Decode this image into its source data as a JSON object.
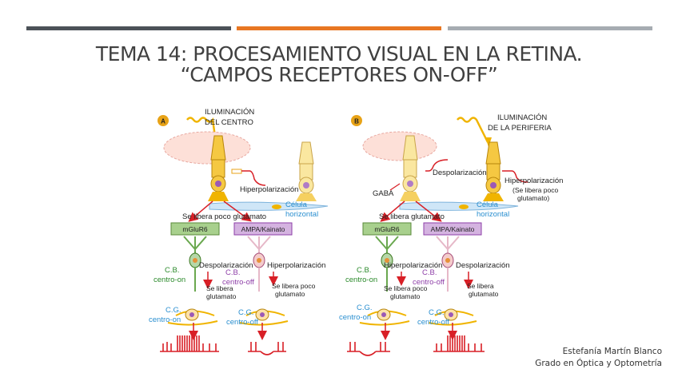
{
  "slide": {
    "title_line1": "TEMA 14: PROCESAMIENTO VISUAL EN LA RETINA.",
    "title_line2": "“CAMPOS RECEPTORES ON-OFF”",
    "author": "Estefanía Martín Blanco",
    "course": "Grado en Óptica y Optometría",
    "accent_colors": [
      "#4c5258",
      "#e87722",
      "#a6acb2"
    ]
  },
  "panel_a": {
    "letter": "A",
    "illum_1": "ILUMINACIÓN",
    "illum_2": "DEL CENTRO",
    "hyper": "Hiperpolarización",
    "release": "Se libera poco glutamato",
    "horiz_1": "Célula",
    "horiz_2": "horizontal",
    "receptor_1": "mGluR6",
    "receptor_2": "AMPA/Kainato",
    "cb1_1": "C.B.",
    "cb1_2": "centro-on",
    "cb2_1": "C.B.",
    "cb2_2": "centro-off",
    "depol": "Despolarización",
    "hyper2": "Hiperpolarización",
    "sl1_1": "Se libera",
    "sl1_2": "glutamato",
    "sl2_1": "Se libera poco",
    "sl2_2": "glutamato",
    "cg1_1": "C.G.",
    "cg1_2": "centro-on",
    "cg2_1": "C.G.",
    "cg2_2": "centro-off"
  },
  "panel_b": {
    "letter": "B",
    "illum_1": "ILUMINACIÓN",
    "illum_2": "DE LA PERIFERIA",
    "depol_top": "Despolarización",
    "hyper_top": "Hiperpolarización",
    "hyper_note_1": "(Se libera poco",
    "hyper_note_2": "glutamato)",
    "gaba": "GABA",
    "release": "Se libera glutamato",
    "horiz_1": "Célula",
    "horiz_2": "horizontal",
    "receptor_1": "mGluR6",
    "receptor_2": "AMPA/Kainato",
    "cb1_1": "C.B.",
    "cb1_2": "centro-on",
    "cb2_1": "C.B.",
    "cb2_2": "centro-off",
    "hyper": "Hiperpolarización",
    "depol": "Despolarización",
    "sl1_1": "Se libera poco",
    "sl1_2": "glutamato",
    "sl2_1": "Se libera",
    "sl2_2": "glutamato",
    "cg1_1": "C.G.",
    "cg1_2": "centro-on",
    "cg2_1": "C.G.",
    "cg2_2": "centro-off"
  }
}
